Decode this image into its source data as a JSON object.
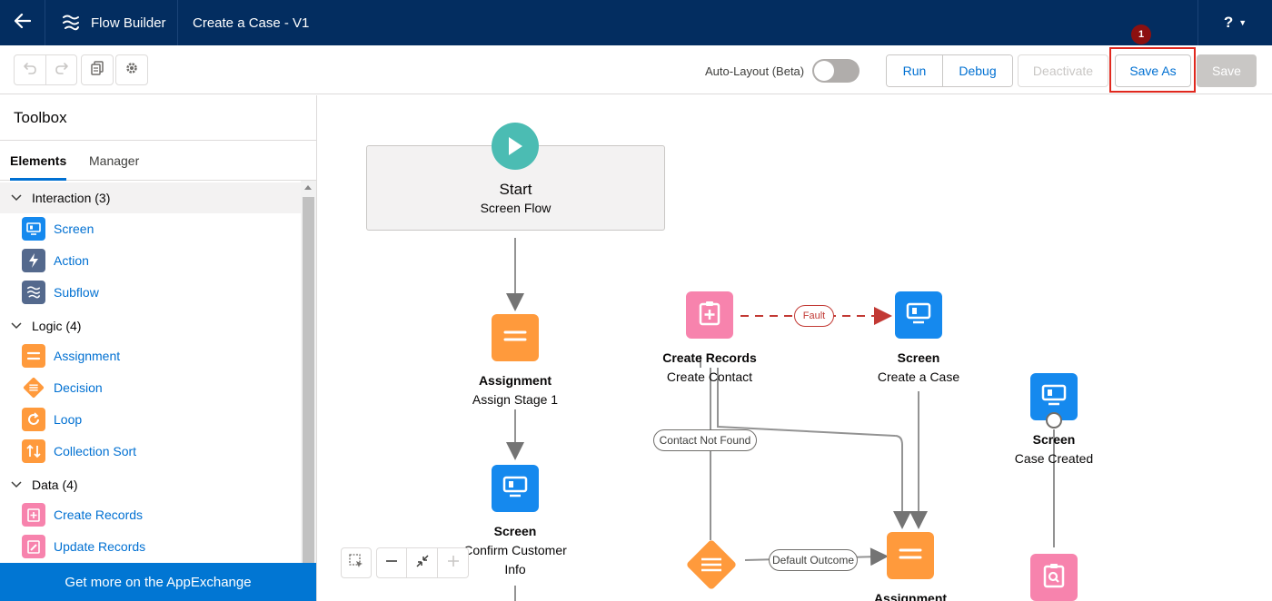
{
  "header": {
    "app_name": "Flow Builder",
    "flow_title": "Create a Case - V1",
    "help_label": "?"
  },
  "toolbar": {
    "auto_layout_label": "Auto-Layout (Beta)",
    "auto_layout_on": false,
    "run_label": "Run",
    "debug_label": "Debug",
    "deactivate_label": "Deactivate",
    "save_as_label": "Save As",
    "save_label": "Save",
    "annotation_number": "1"
  },
  "toolbox": {
    "title": "Toolbox",
    "tabs": [
      "Elements",
      "Manager"
    ],
    "categories": [
      {
        "label": "Interaction (3)",
        "items": [
          "Screen",
          "Action",
          "Subflow"
        ]
      },
      {
        "label": "Logic (4)",
        "items": [
          "Assignment",
          "Decision",
          "Loop",
          "Collection Sort"
        ]
      },
      {
        "label": "Data (4)",
        "items": [
          "Create Records",
          "Update Records"
        ]
      }
    ],
    "appexchange_label": "Get more on the AppExchange"
  },
  "canvas": {
    "start": {
      "title": "Start",
      "subtitle": "Screen Flow"
    },
    "nodes": {
      "assignment1": {
        "type": "Assignment",
        "label": "Assign Stage 1"
      },
      "screen_confirm": {
        "type": "Screen",
        "label_line1": "Confirm Customer",
        "label_line2": "Info"
      },
      "create_records": {
        "type": "Create Records",
        "label": "Create Contact"
      },
      "screen_case": {
        "type": "Screen",
        "label": "Create a Case"
      },
      "screen_created": {
        "type": "Screen",
        "label": "Case Created"
      },
      "assignment2": {
        "type": "Assignment"
      }
    },
    "connectors": {
      "fault": "Fault",
      "contact_not_found": "Contact Not Found",
      "default_outcome": "Default Outcome"
    }
  },
  "colors": {
    "header_bg": "#032d60",
    "brand_blue": "#0070d2",
    "interaction_blue": "#1589ee",
    "action_slate": "#54698d",
    "logic_orange": "#ff9a3c",
    "data_pink": "#f783ad",
    "start_teal": "#4bbcb3",
    "fault_red": "#c23934"
  }
}
